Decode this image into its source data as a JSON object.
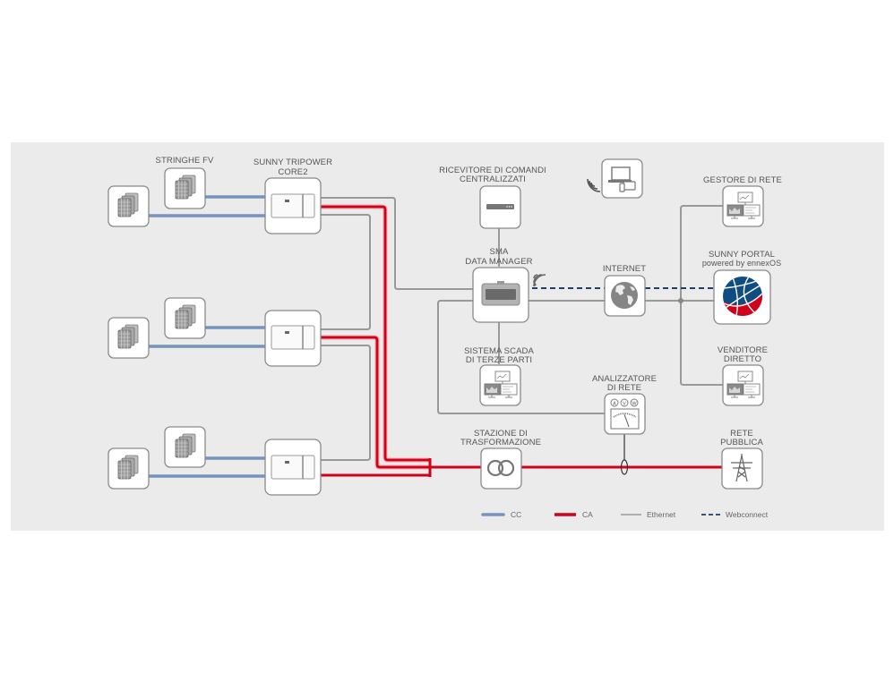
{
  "title": "SMA Data Manager system diagram",
  "labels": {
    "pv_strings": "STRINGHE FV",
    "inverter_line1": "SUNNY TRIPOWER",
    "inverter_line2": "CORE2",
    "ripple_receiver_line1": "RICEVITORE DI COMANDI",
    "ripple_receiver_line2": "CENTRALIZZATI",
    "data_manager_line1": "SMA",
    "data_manager_line2": "DATA MANAGER",
    "internet": "INTERNET",
    "grid_operator": "GESTORE DI RETE",
    "sunny_portal_line1": "SUNNY PORTAL",
    "sunny_portal_line2": "powered by ennexOS",
    "scada_line1": "SISTEMA SCADA",
    "scada_line2": "DI TERZE PARTI",
    "direct_marketer_line1": "VENDITORE",
    "direct_marketer_line2": "DIRETTO",
    "analyzer_line1": "ANALIZZATORE",
    "analyzer_line2": "DI RETE",
    "transformer_line1": "STAZIONE DI",
    "transformer_line2": "TRASFORMAZIONE",
    "public_grid_line1": "RETE",
    "public_grid_line2": "PUBBLICA"
  },
  "meter_letters": [
    "A",
    "V",
    "W"
  ],
  "legend": [
    {
      "key": "dc",
      "label": "CC",
      "color": "#7693bd",
      "style": "solid"
    },
    {
      "key": "ac",
      "label": "CA",
      "color": "#d0021b",
      "style": "solid"
    },
    {
      "key": "ethernet",
      "label": "Ethernet",
      "color": "#999999",
      "style": "solid"
    },
    {
      "key": "webconnect",
      "label": "Webconnect",
      "color": "#1f3e66",
      "style": "dashed"
    }
  ],
  "colors": {
    "panel": "#ebebeb",
    "portal_blue": "#0f4c81",
    "portal_red": "#d0021b"
  },
  "icons": {
    "pv_module": "solar-panel-stack-icon",
    "inverter": "inverter-icon",
    "ripple_receiver": "ripple-control-receiver-icon",
    "laptop": "laptop-tablet-phone-icon",
    "wifi": "wifi-signal-icon",
    "data_manager": "data-manager-icon",
    "internet": "globe-icon",
    "sunny_portal": "sunny-portal-logo-icon",
    "monitoring": "monitoring-workstation-icon",
    "analyzer": "grid-analyzer-meter-icon",
    "transformer": "transformer-icon",
    "grid": "transmission-tower-icon"
  }
}
